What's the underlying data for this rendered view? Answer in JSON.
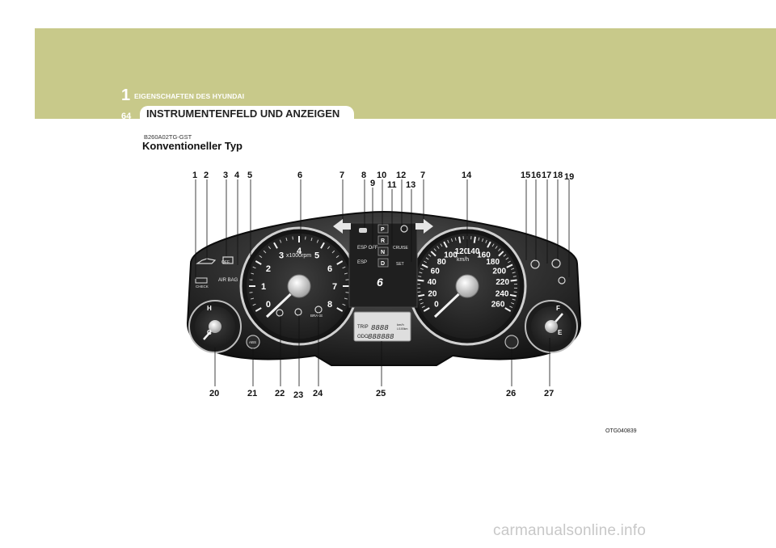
{
  "header": {
    "chapter_number": "1",
    "chapter_title": "EIGENSCHAFTEN DES HYUNDAI",
    "page_number": "64",
    "section_title": "INSTRUMENTENFELD UND ANZEIGEN"
  },
  "content": {
    "section_code": "B260A02TG-GST",
    "subtitle": "Konventioneller Typ",
    "figure_code": "OTG040839"
  },
  "footer": {
    "watermark": "carmanualsonline.info"
  },
  "callouts": {
    "top": [
      "1",
      "2",
      "3",
      "4",
      "5",
      "6",
      "7",
      "8",
      "9",
      "10",
      "11",
      "12",
      "13",
      "7",
      "14",
      "15",
      "16",
      "17",
      "18",
      "19"
    ],
    "bottom": [
      "20",
      "21",
      "22",
      "23",
      "24",
      "25",
      "26",
      "27"
    ]
  },
  "cluster": {
    "tach_labels": [
      "0",
      "1",
      "2",
      "3",
      "4",
      "5",
      "6",
      "7",
      "8"
    ],
    "tach_unit": "x1000rpm",
    "speed_labels": [
      "0",
      "20",
      "40",
      "60",
      "80",
      "100",
      "120",
      "140",
      "160",
      "180",
      "200",
      "220",
      "240",
      "260"
    ],
    "speed_unit": "km/h",
    "temp_hot": "H",
    "temp_cold": "C",
    "fuel_full": "F",
    "fuel_empty": "E",
    "gear_positions": [
      "P",
      "R",
      "N",
      "D"
    ],
    "gear_display": "6",
    "esp_off": "ESP OFF",
    "esp": "ESP",
    "cruise": "CRUISE",
    "set": "SET",
    "check": "CHECK",
    "airbag": "AIR BAG",
    "off": "OFF",
    "brake": "BRAKE",
    "abs": "ABS",
    "trip": "TRIP",
    "odo": "ODO",
    "trip_digits": "8888",
    "odo_digits": "888888",
    "trip_unit": "km/h",
    "trip_unit2": "L/100km"
  }
}
